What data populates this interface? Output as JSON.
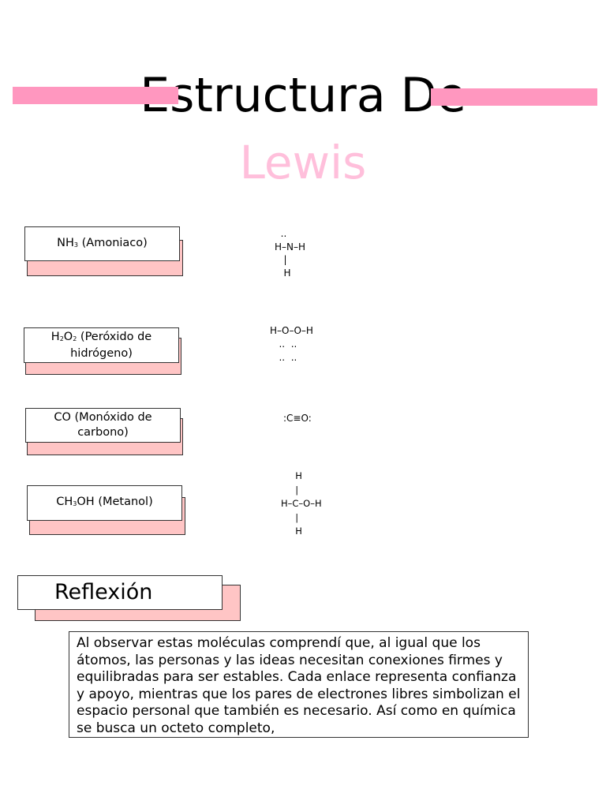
{
  "title": {
    "line1": "Estructura De",
    "line2": "Lewis"
  },
  "molecules": [
    {
      "formula_parts": [
        "NH",
        "3",
        " (Amoniaco)"
      ],
      "lewis": "  ..\nH–N–H\n   |\n   H"
    },
    {
      "formula_parts": [
        "H",
        "2",
        "O",
        "2",
        " (Peróxido de hidrógeno)"
      ],
      "lewis": "H–O–O–H\n   ..  ..\n   ..  .."
    },
    {
      "name": "CO (Monóxido de carbono)",
      "lewis": ":C≡O:"
    },
    {
      "formula_parts": [
        "CH",
        "3",
        "OH (Metanol)"
      ],
      "lewis": "     H\n     |\nH–C–O–H\n     |\n     H"
    }
  ],
  "reflection": {
    "heading": "Reflexión",
    "text": "Al observar estas moléculas comprendí que, al igual que los átomos, las personas y las ideas necesitan conexiones firmes y equilibradas para ser estables. Cada enlace representa confianza y apoyo, mientras que los pares de electrones libres simbolizan el espacio personal que también es necesario. Así como en química se busca un octeto completo,"
  },
  "colors": {
    "accent_bar": "#ff97bf",
    "subtitle": "#ffbfdb",
    "box_shadow_fill": "#ffc5c5"
  }
}
